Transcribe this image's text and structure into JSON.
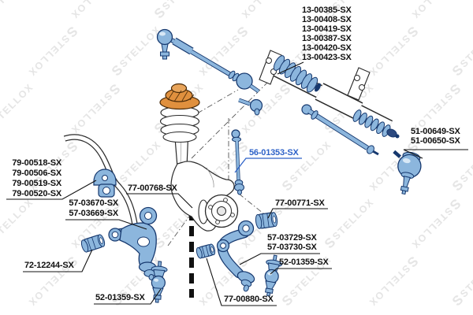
{
  "watermark": {
    "text": "STELLOX",
    "logo": "S"
  },
  "colors": {
    "part_blue": "#8cb6dd",
    "part_blue_dark": "#16386e",
    "highlight_blue": "#2e62c8",
    "mount_orange": "#e0903e",
    "label_black": "#111111",
    "watermark_gray": "#e5e5e5"
  },
  "labels": {
    "boot_kit": [
      "13-00385-SX",
      "13-00408-SX",
      "13-00419-SX",
      "13-00387-SX",
      "13-00420-SX",
      "13-00423-SX"
    ],
    "tie_rod_end_right": [
      "51-00649-SX",
      "51-00650-SX"
    ],
    "stab_link": "56-01353-SX",
    "stab_bushings": [
      "79-00518-SX",
      "79-00506-SX",
      "79-00519-SX",
      "79-00520-SX"
    ],
    "stab_bar": "77-00768-SX",
    "arm_front": [
      "57-03670-SX",
      "57-03669-SX"
    ],
    "bushing_front": "72-12244-SX",
    "ball_joint_left": "52-01359-SX",
    "bushing_rear_small": "77-00880-SX",
    "arm_rear": [
      "57-03729-SX",
      "57-03730-SX"
    ],
    "ball_joint_right": "52-01359-SX",
    "bushing_rear": "77-00771-SX"
  }
}
